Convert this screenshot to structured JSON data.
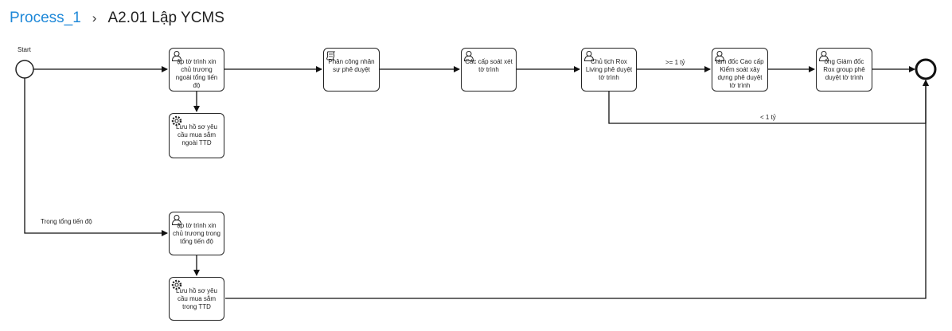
{
  "breadcrumb": {
    "process": "Process_1",
    "separator": "›",
    "current": "A2.01 Lập YCMS"
  },
  "diagram": {
    "start_event": "Start",
    "tasks": {
      "t1": {
        "label": "ập tờ trình xin chủ trương ngoài tổng tiến độ",
        "icon": "user-icon"
      },
      "t2": {
        "label": "Phân công nhân sự phê duyệt",
        "icon": "script-icon"
      },
      "t3": {
        "label": "Các cấp soát xét tờ trình",
        "icon": "user-icon"
      },
      "t4": {
        "label": "Chủ tịch Rox Living phê duyệt tờ trình",
        "icon": "user-icon"
      },
      "t5": {
        "label": "iám đốc Cao cấp Kiểm soát xây dựng phê duyệt tờ trình",
        "icon": "user-icon"
      },
      "t6": {
        "label": "ổng Giám đốc Rox group phê duyệt tờ trình",
        "icon": "user-icon"
      },
      "t7": {
        "label": "Lưu hồ sơ yêu cầu mua sắm ngoài TTD",
        "icon": "gear-icon"
      },
      "t8": {
        "label": "ập tờ trình xin chủ trương trong tổng tiến độ",
        "icon": "user-icon"
      },
      "t9": {
        "label": "Lưu hồ sơ yêu cầu mua sắm trong TTD",
        "icon": "gear-icon"
      }
    },
    "flow_labels": {
      "ge1ty": ">= 1 tỷ",
      "lt1ty": "< 1 tỷ",
      "in_schedule": "Trong tổng tiến độ"
    }
  }
}
